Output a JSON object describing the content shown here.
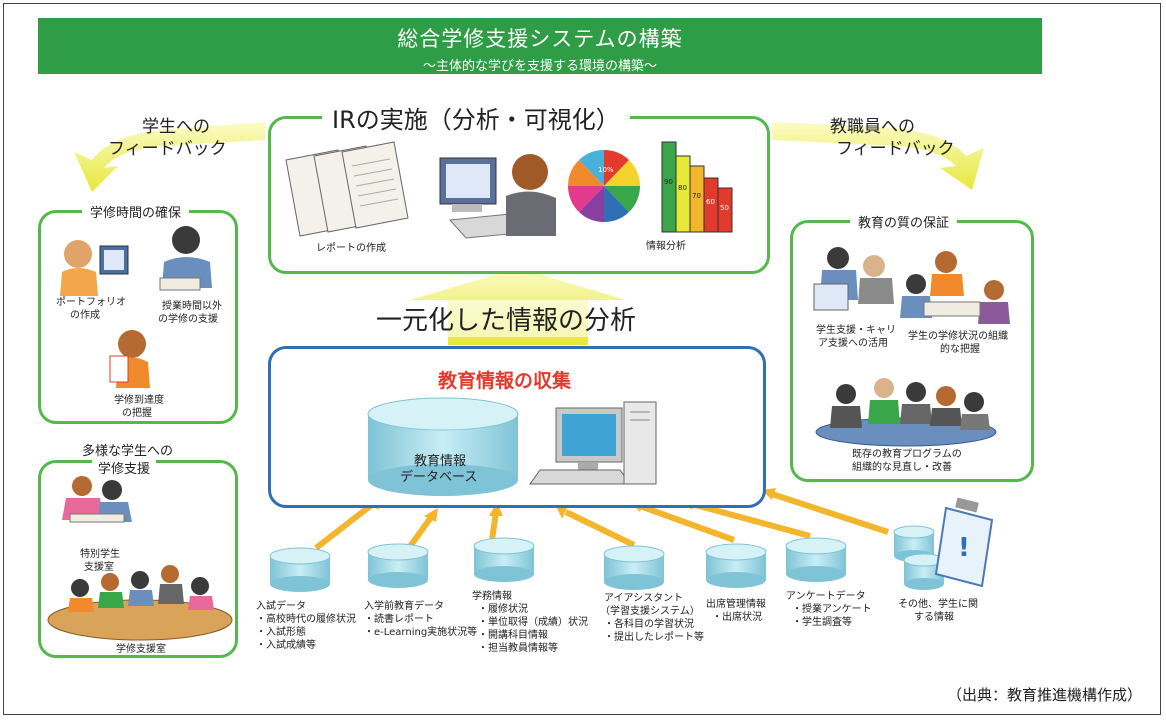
{
  "banner": {
    "title": "総合学修支援システムの構築",
    "subtitle": "〜主体的な学びを支援する環境の構築〜"
  },
  "ir_section": {
    "title": "IRの実施（分析・可視化）",
    "report_label": "レポートの作成",
    "analysis_label": "情報分析",
    "pie_label": "10%",
    "bar_values": [
      "90",
      "80",
      "70",
      "60",
      "50"
    ]
  },
  "feedback": {
    "students": [
      "学生への",
      "フィードバック"
    ],
    "staff": [
      "教職員への",
      "フィードバック"
    ]
  },
  "center": {
    "analysis_title": "一元化した情報の分析",
    "collection_title": "教育情報の収集",
    "database_label": [
      "教育情報",
      "データベース"
    ]
  },
  "left_top": {
    "title": "学修時間の確保",
    "items": [
      [
        "ポートフォリオ",
        "の作成"
      ],
      [
        "授業時間以外",
        "の学修の支援"
      ],
      [
        "学修到達度",
        "の把握"
      ]
    ]
  },
  "left_bottom": {
    "title": [
      "多様な学生への",
      "学修支援"
    ],
    "items": [
      [
        "特別学生",
        "支援室"
      ],
      [
        "学修支援室"
      ]
    ]
  },
  "right_box": {
    "title": "教育の質の保証",
    "items": [
      [
        "学生支援・キャリ",
        "ア支援への活用"
      ],
      [
        "学生の学修状況の組織",
        "的な把握"
      ],
      [
        "既存の教育プログラムの",
        "組織的な見直し・改善"
      ]
    ]
  },
  "sources": [
    [
      "入試データ",
      "・高校時代の履修状況",
      "・入試形態",
      "・入試成績等"
    ],
    [
      "入学前教育データ",
      "・読書レポート",
      "・e-Learning実施状況等"
    ],
    [
      "学務情報",
      "・履修状況",
      "・単位取得（成績）状況",
      "・開講科目情報",
      "・担当教員情報等"
    ],
    [
      "アイアシスタント",
      "（学習支援システム）",
      "・各科目の学習状況",
      "・提出したレポート等"
    ],
    [
      "出席管理情報",
      "・出席状況"
    ],
    [
      "アンケートデータ",
      "・授業アンケート",
      "・学生調査等"
    ],
    [
      "その他、学生に関",
      "する情報"
    ]
  ],
  "source_note": "（出典：教育推進機構作成）",
  "colors": {
    "banner": "#2e9d45",
    "green_frame": "#55b84a",
    "blue_frame": "#2f6fb5",
    "red_title": "#e23b2e",
    "arrow_yellow": "#f3b52b",
    "big_arrow": "#eef06a",
    "cylinder": "#9fd3e0"
  }
}
